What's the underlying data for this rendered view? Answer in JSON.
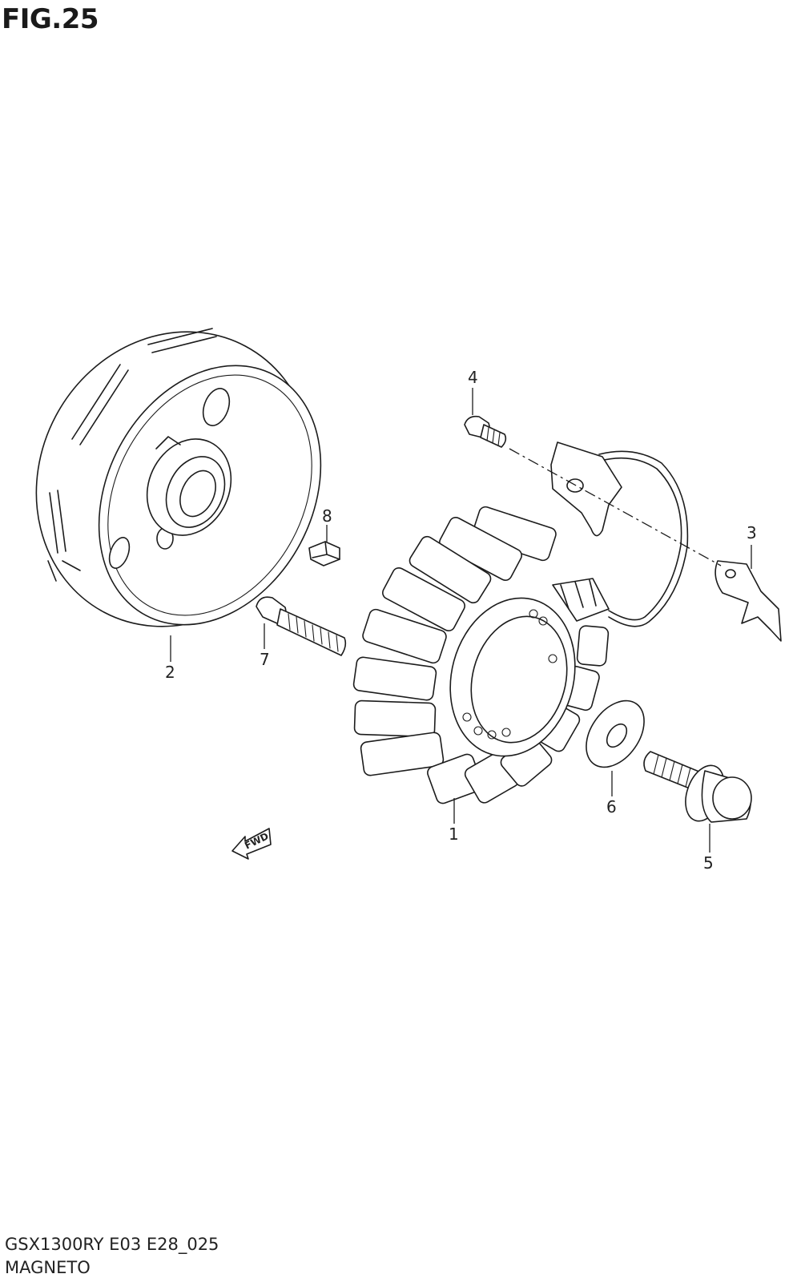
{
  "figure": {
    "title": "FIG.25",
    "model_code": "GSX1300RY E03 E28_025",
    "section_name": "MAGNETO"
  },
  "callouts": [
    {
      "number": "1",
      "part": "stator"
    },
    {
      "number": "2",
      "part": "rotor"
    },
    {
      "number": "3",
      "part": "clamp"
    },
    {
      "number": "4",
      "part": "screw"
    },
    {
      "number": "5",
      "part": "bolt"
    },
    {
      "number": "6",
      "part": "washer"
    },
    {
      "number": "7",
      "part": "bolt"
    },
    {
      "number": "8",
      "part": "key"
    }
  ],
  "direction_label": "FWD"
}
